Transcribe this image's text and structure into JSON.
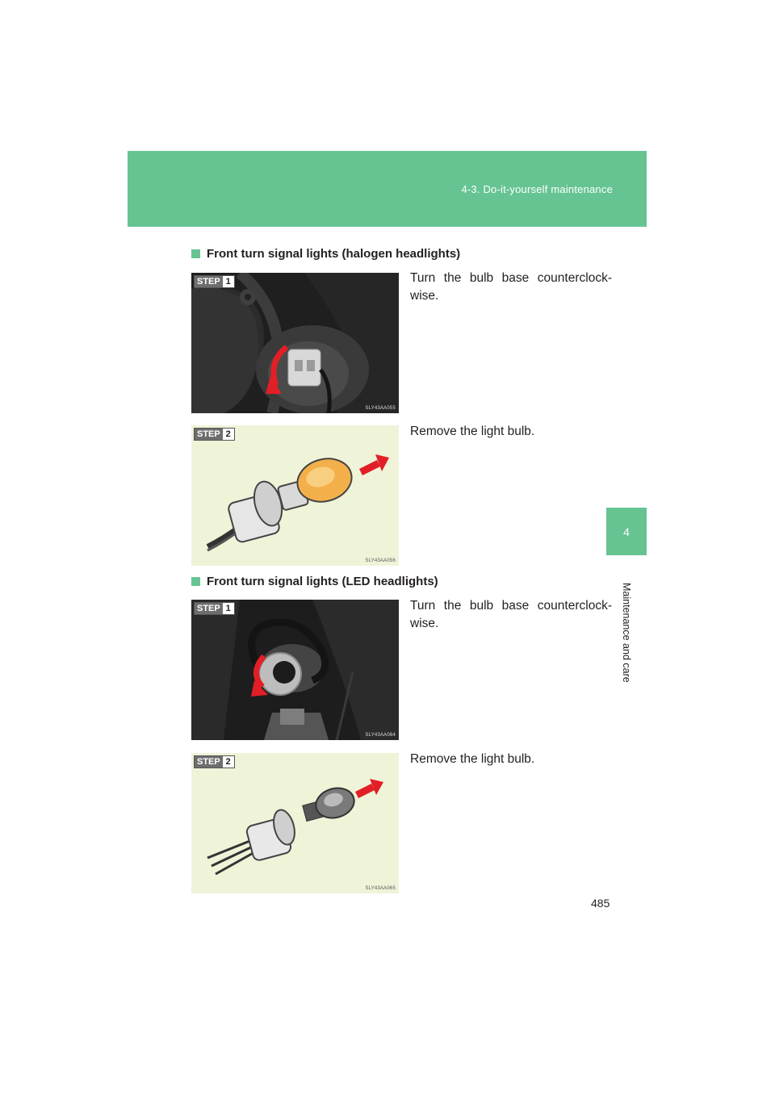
{
  "header": {
    "title": "4-3. Do-it-yourself maintenance"
  },
  "side": {
    "chapter_number": "4",
    "chapter_label": "Maintenance and care"
  },
  "sections": [
    {
      "heading": "Front turn signal lights (halogen headlights)",
      "steps": [
        {
          "badge": "STEP",
          "number": "1",
          "text": "Turn the bulb base counterclock-wise.",
          "figure_code": "SLY43AA055"
        },
        {
          "badge": "STEP",
          "number": "2",
          "text": "Remove the light bulb.",
          "figure_code": "SLY43AA056"
        }
      ]
    },
    {
      "heading": "Front turn signal lights (LED headlights)",
      "steps": [
        {
          "badge": "STEP",
          "number": "1",
          "text": "Turn the bulb base counterclock-wise.",
          "figure_code": "SLY43AA064"
        },
        {
          "badge": "STEP",
          "number": "2",
          "text": "Remove the light bulb.",
          "figure_code": "SLY43AA065"
        }
      ]
    }
  ],
  "page_number": "485",
  "colors": {
    "accent": "#66c493",
    "photo_dark": "#1e1e1e",
    "illustration_bg": "#eff3d8",
    "arrow": "#e21f26"
  }
}
